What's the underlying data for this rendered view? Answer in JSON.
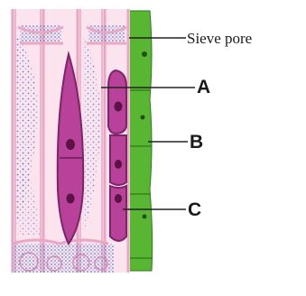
{
  "labels": {
    "sieve_pore": "Sieve pore",
    "a": "A",
    "b": "B",
    "c": "C"
  },
  "colors": {
    "cell_wall": "#e8a7c2",
    "cell_wall_dark": "#b85c86",
    "companion_cell": "#b8419a",
    "parenchyma": "#59b632",
    "nucleus": "#5b1245",
    "plasma_dots": "#4a74c8",
    "label_line": "#222222"
  }
}
